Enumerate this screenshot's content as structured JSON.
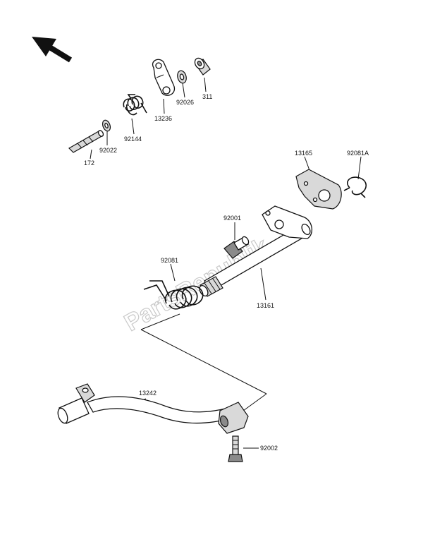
{
  "watermark": "PartsRepublik",
  "icons": {
    "orientation_arrow": "arrow-up-left-icon"
  },
  "parts": {
    "p172": "172",
    "p92022": "92022",
    "p92144": "92144",
    "p13236": "13236",
    "p92026": "92026",
    "p311": "311",
    "p13165": "13165",
    "p92081A": "92081A",
    "p92001": "92001",
    "p92081": "92081",
    "p13161": "13161",
    "p13242": "13242",
    "p92002": "92002"
  }
}
